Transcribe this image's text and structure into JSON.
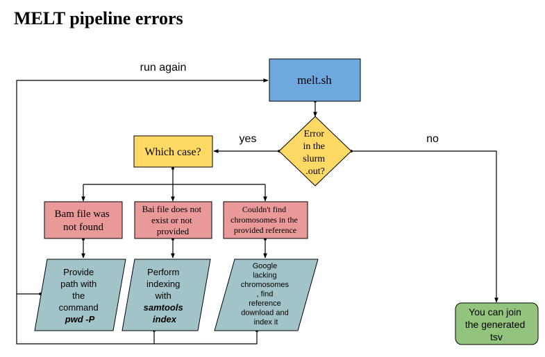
{
  "title": "MELT pipeline errors",
  "colors": {
    "blue": "#6fa8dc",
    "yellow": "#ffd966",
    "red": "#ea9999",
    "teal": "#a2c4c9",
    "green": "#93c47d",
    "stroke": "#000000"
  },
  "nodes": {
    "melt": "melt.sh",
    "decision": [
      "Error",
      "in the",
      "slurm",
      ".out?"
    ],
    "which_case": "Which case?",
    "case_bam": [
      "Bam file was",
      "not found"
    ],
    "case_bai": [
      "Bai file does not",
      "exist or not",
      "provided"
    ],
    "case_chrom": [
      "Couldn't find",
      "chromosomes in the",
      "provided reference"
    ],
    "action_bam": {
      "lines": [
        "Provide",
        "path with",
        "the",
        "command"
      ],
      "emphasis": "pwd -P"
    },
    "action_bai": {
      "lines": [
        "Perform",
        "indexing",
        "with"
      ],
      "emphasis": [
        "samtools",
        "index"
      ]
    },
    "action_chrom": [
      "Google",
      "lacking",
      "chromosomes",
      ", find",
      "reference",
      "download and",
      "index it"
    ],
    "result": [
      "You can join",
      "the generated",
      "tsv"
    ]
  },
  "edge_labels": {
    "run_again": "run again",
    "yes": "yes",
    "no": "no"
  }
}
